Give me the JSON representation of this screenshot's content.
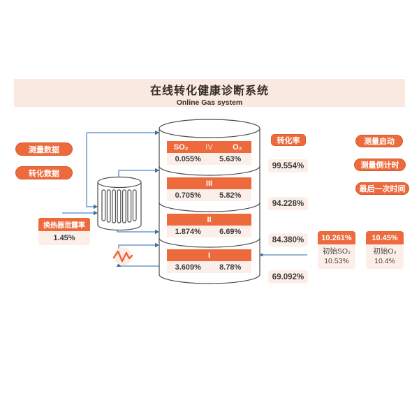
{
  "header": {
    "title_zh": "在线转化健康诊断系统",
    "title_en": "Online Gas system"
  },
  "left_panel": {
    "measure_data_btn": "测量数据",
    "conversion_data_btn": "转化数据",
    "leakage_card": {
      "title": "换热器泄露率",
      "value": "1.45%"
    }
  },
  "converter": {
    "layers": [
      {
        "header_so2": "SO₂",
        "label": "IV",
        "header_o2": "O₂",
        "so2": "0.055%",
        "o2": "5.63%"
      },
      {
        "label": "III",
        "so2": "0.705%",
        "o2": "5.82%"
      },
      {
        "label": "II",
        "so2": "1.874%",
        "o2": "6.69%"
      },
      {
        "label": "I",
        "so2": "3.609%",
        "o2": "8.78%"
      }
    ]
  },
  "conversion_rate": {
    "label": "转化率",
    "values": [
      "99.554%",
      "94.228%",
      "84.380%",
      "69.092%"
    ]
  },
  "right_panel": {
    "buttons": [
      "测量启动",
      "测量倒计时",
      "最后一次时间"
    ]
  },
  "initial_cards": [
    {
      "badge": "10.261%",
      "name": "初始SO₂",
      "value": "10.53%"
    },
    {
      "badge": "10.45%",
      "name": "初始O₂",
      "value": "10.4%"
    }
  ],
  "icons": {
    "pulse_icon": "pulse-wave",
    "heat_exchanger": "heat-exchanger-drum",
    "converter_vessel": "four-layer-converter-cylinder"
  },
  "colors": {
    "accent_orange": "#ec6a3c",
    "orange_border": "#d95b2f",
    "light_pink": "#fcefe9",
    "title_band": "#f9e9e0",
    "pipe_blue": "#6f9bcb",
    "outline_gray": "#4d4d4d",
    "text_dark": "#3b3b3b"
  }
}
